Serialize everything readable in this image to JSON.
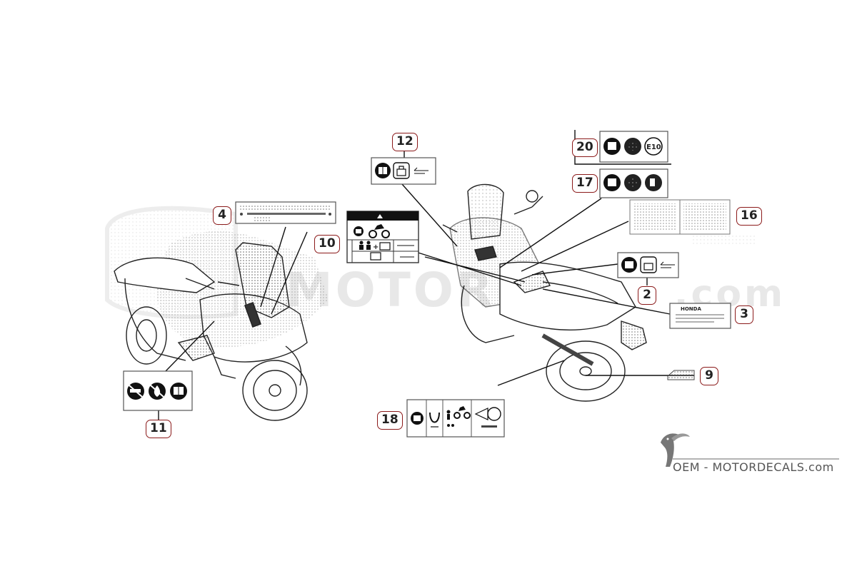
{
  "watermark": {
    "text": "MOTOR",
    "tld": ".com"
  },
  "brand": {
    "text": "OEM - MOTORDECALS.com"
  },
  "callouts": {
    "c2": "2",
    "c3": "3",
    "c4": "4",
    "c9": "9",
    "c10": "10",
    "c11": "11",
    "c12": "12",
    "c16": "16",
    "c17": "17",
    "c18": "18",
    "c20": "20"
  },
  "labels": {
    "e10_text": "E10",
    "dealer_text": "HONDA"
  },
  "icons": {
    "manual": "manual-book-icon",
    "toolbox": "toolbox-icon",
    "fuel": "fuel-icon",
    "no_smoking": "no-smoking-icon",
    "no_fire": "no-fire-icon",
    "rider": "rider-icon",
    "motorcycle": "motorcycle-icon",
    "tire": "tire-icon"
  }
}
